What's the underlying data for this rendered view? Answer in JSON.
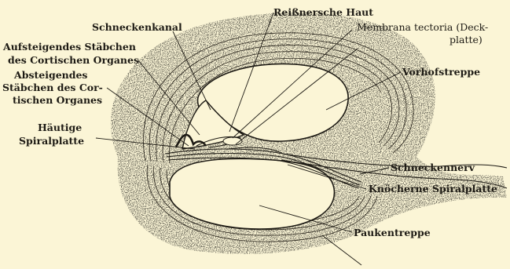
{
  "labels": {
    "schneckenkanal": "Schneckenkanal",
    "reissnersche_haut": "Reißnersche Haut",
    "membrana_tectoria_1": "Membrana tectoria (Deck-",
    "membrana_tectoria_2": "platte)",
    "aufsteigendes_1": "Aufsteigendes Stäbchen",
    "aufsteigendes_2": "des Cortischen Organes",
    "absteigendes_1": "Absteigendes",
    "absteigendes_2": "Stäbchen des Cor-",
    "absteigendes_3": "tischen Organes",
    "haeutige_1": "Häutige",
    "haeutige_2": "Spiralplatte",
    "vorhofstreppe": "Vorhofstreppe",
    "schneckennerv": "Schneckennerv",
    "knoecherne_spiralplatte": "Knöcherne Spiralplatte",
    "paukentreppe": "Paukentreppe"
  }
}
